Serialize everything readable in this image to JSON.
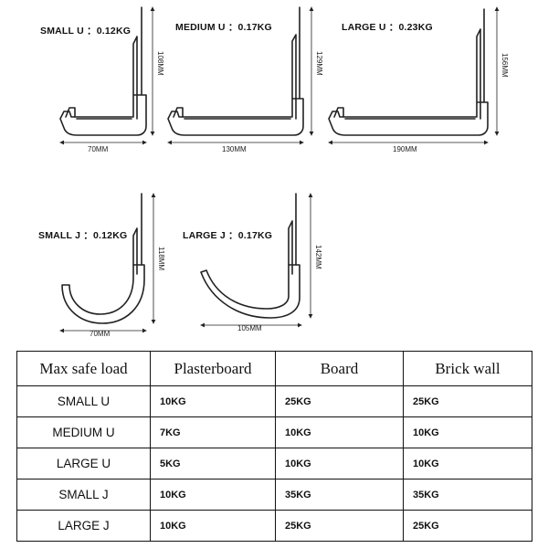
{
  "hooks": [
    {
      "id": "small-u",
      "name": "SMALL U",
      "weight": "0.12KG",
      "width": "70MM",
      "height": "108MM"
    },
    {
      "id": "medium-u",
      "name": "MEDIUM U",
      "weight": "0.17KG",
      "width": "130MM",
      "height": "129MM"
    },
    {
      "id": "large-u",
      "name": "LARGE U",
      "weight": "0.23KG",
      "width": "190MM",
      "height": "156MM"
    },
    {
      "id": "small-j",
      "name": "SMALL J",
      "weight": "0.12KG",
      "width": "70MM",
      "height": "118MM"
    },
    {
      "id": "large-j",
      "name": "LARGE J",
      "weight": "0.17KG",
      "width": "105MM",
      "height": "142MM"
    }
  ],
  "label_separator": "：",
  "table": {
    "headers": [
      "Max safe load",
      "Plasterboard",
      "Board",
      "Brick wall"
    ],
    "rows": [
      {
        "name": "SMALL U",
        "plasterboard": "10KG",
        "board": "25KG",
        "brick": "25KG"
      },
      {
        "name": "MEDIUM U",
        "plasterboard": "7KG",
        "board": "10KG",
        "brick": "10KG"
      },
      {
        "name": "LARGE U",
        "plasterboard": "5KG",
        "board": "10KG",
        "brick": "10KG"
      },
      {
        "name": "SMALL J",
        "plasterboard": "10KG",
        "board": "35KG",
        "brick": "35KG"
      },
      {
        "name": "LARGE J",
        "plasterboard": "10KG",
        "board": "25KG",
        "brick": "25KG"
      }
    ]
  }
}
